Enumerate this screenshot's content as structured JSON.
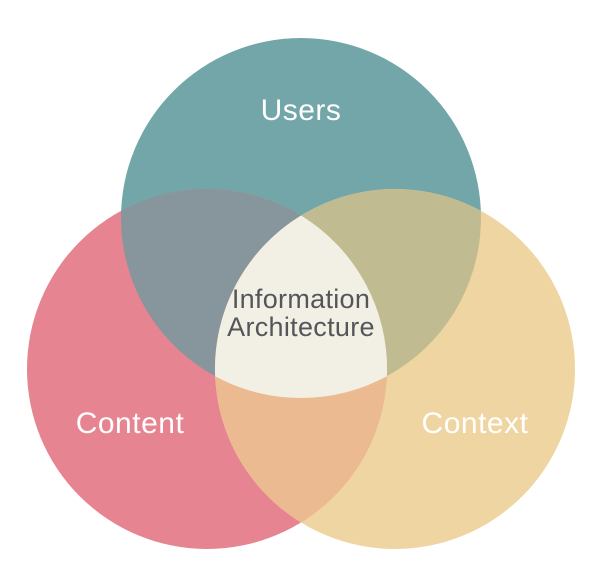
{
  "diagram": {
    "type": "venn",
    "center_title_line1": "Information",
    "center_title_line2": "Architecture",
    "circles": [
      {
        "id": "users",
        "label": "Users",
        "color": "#73a6a9"
      },
      {
        "id": "content",
        "label": "Content",
        "color": "#e68491"
      },
      {
        "id": "context",
        "label": "Context",
        "color": "#efd5a1"
      }
    ],
    "overlaps": [
      {
        "id": "users-content",
        "between": "Users & Content",
        "color": "#87959c"
      },
      {
        "id": "users-context",
        "between": "Users & Context",
        "color": "#c0bb91"
      },
      {
        "id": "content-context",
        "between": "Content & Context",
        "color": "#ecba90"
      },
      {
        "id": "center",
        "between": "Users & Content & Context",
        "color": "#f2efe4"
      }
    ],
    "colors": {
      "background": "#ffffff",
      "circle_label_text": "#ffffff",
      "center_text": "#54565a"
    }
  }
}
